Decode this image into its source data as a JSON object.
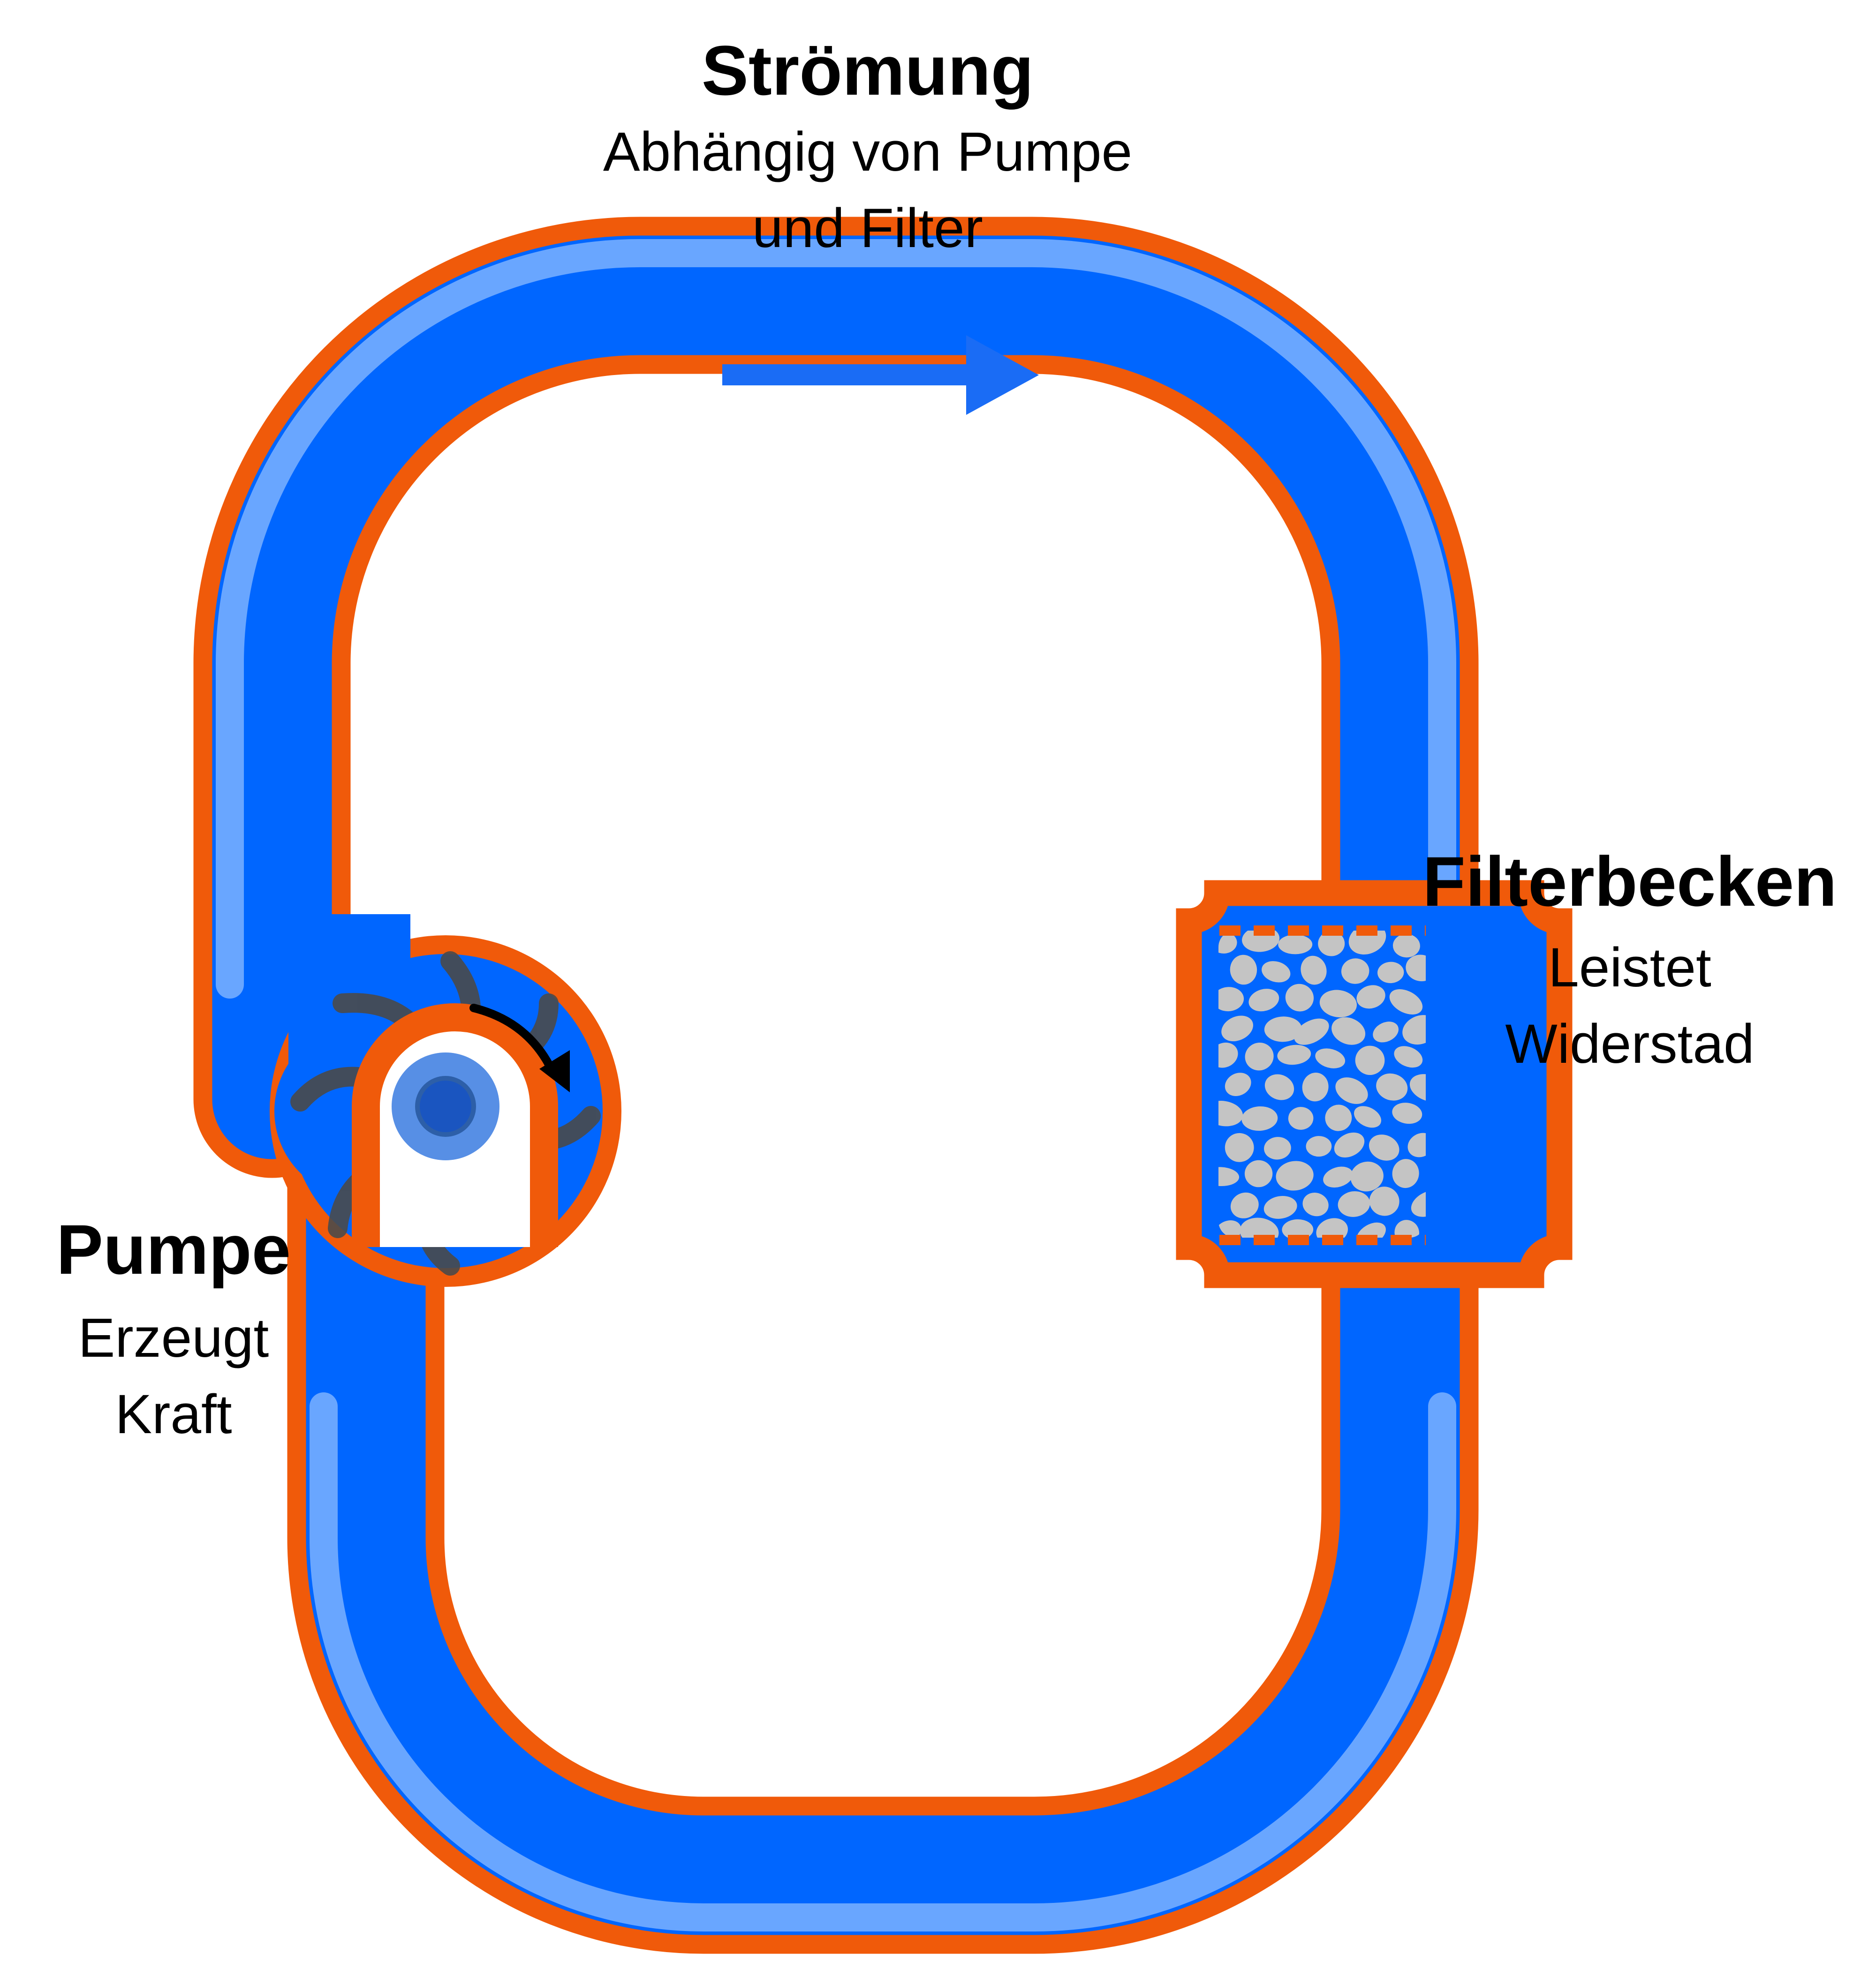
{
  "flow": {
    "title": "Strömung",
    "line1": "Abhängig von Pumpe",
    "line2": "und Filter"
  },
  "filter": {
    "title": "Filterbecken",
    "line1": "Leistet",
    "line2": "Widerstad"
  },
  "pump": {
    "title": "Pumpe",
    "line1": "Erzeugt",
    "line2": "Kraft"
  },
  "colors": {
    "pipe_wall": "#f05a0a",
    "water": "#0066ff",
    "water_light": "#a8ccff",
    "flow_arrow": "#1a6cf5",
    "pebble": "#c4c4c4",
    "impeller": "#4a4a4a",
    "rotation_arrow": "#000000"
  },
  "icons": {
    "pump_rotation": "clockwise-arrow-icon",
    "flow_direction": "right-arrow-icon",
    "pump_hub": "gear-icon"
  }
}
